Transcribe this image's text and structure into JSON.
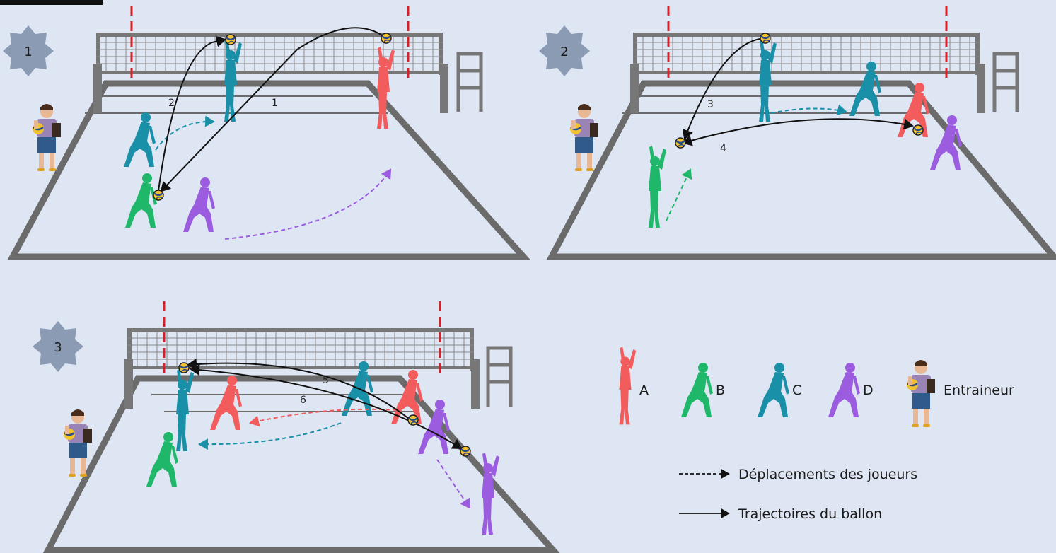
{
  "steps": [
    {
      "number": "1",
      "trajectories": [
        "1",
        "2"
      ]
    },
    {
      "number": "2",
      "trajectories": [
        "3",
        "4"
      ]
    },
    {
      "number": "3",
      "trajectories": [
        "5",
        "6"
      ]
    }
  ],
  "players": {
    "A": {
      "label": "A",
      "color": "#f25c5c"
    },
    "B": {
      "label": "B",
      "color": "#1fb86a"
    },
    "C": {
      "label": "C",
      "color": "#1a8fa8"
    },
    "D": {
      "label": "D",
      "color": "#9b5ce0"
    }
  },
  "coach": {
    "label": "Entraineur"
  },
  "legend": {
    "movement_label": "Déplacements des joueurs",
    "trajectory_label": "Trajectoires du ballon"
  },
  "colors": {
    "background": "#dfe6f3",
    "court_line": "#6b6b6b",
    "net": "#777777",
    "pole_red": "#d8202a",
    "badge": "#8b9bb4",
    "arrow": "#111111"
  }
}
